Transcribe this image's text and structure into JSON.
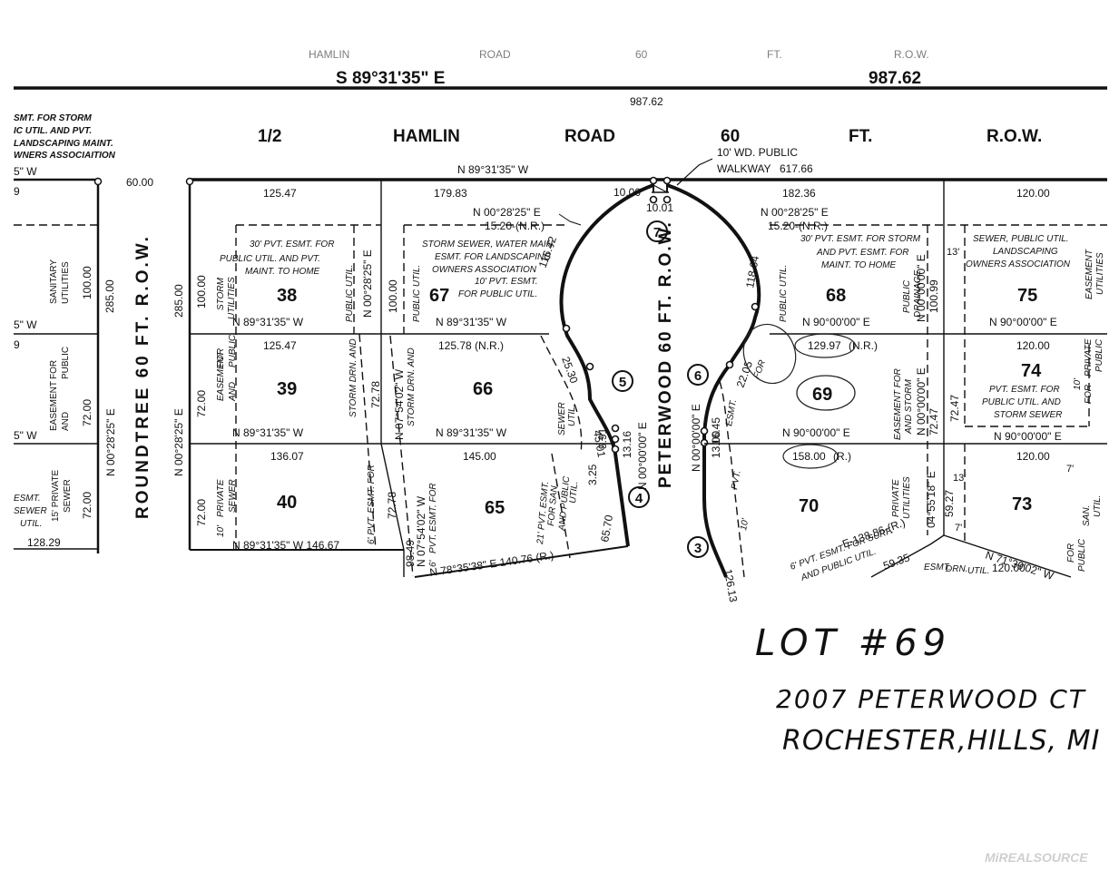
{
  "header": {
    "road_top_faded": [
      "HAMLIN",
      "ROAD",
      "60",
      "FT.",
      "R.O.W."
    ],
    "bearing_top": "S 89°31'35\" E",
    "distance_top": "987.62",
    "distance_center": "987.62",
    "hamlin_row": [
      "1/2",
      "HAMLIN",
      "ROAD",
      "60",
      "FT.",
      "R.O.W."
    ],
    "bearing_south_line": "N 89°31'35\" W",
    "walkway_label_1": "10' WD. PUBLIC",
    "walkway_label_2": "WALKWAY",
    "walkway_distance": "617.66"
  },
  "left_notes": {
    "lines": [
      "SMT. FOR STORM",
      "IC UTIL. AND PVT.",
      "LANDSCAPING MAINT.",
      "WNERS ASSOCIAITION"
    ],
    "bearing_fragment": "5\" W",
    "top_fragment": "9",
    "row2_fragment": "5\" W",
    "row3_fragment": "9",
    "row4_fragment": "5\" W",
    "sanitary": [
      "SANITARY",
      "UTILITIES"
    ],
    "easement_public": [
      "EASEMENT",
      "FOR",
      "AND",
      "PUBLIC"
    ],
    "private_sewer": [
      "15' PRIVATE",
      "SEWER"
    ],
    "esmt_sewer": [
      "ESMT.",
      "SEWER",
      "UTIL."
    ],
    "dims": {
      "d100": "100.00",
      "d72a": "72.00",
      "d72b": "72.00",
      "d285": "285.00",
      "d128": "128.29"
    },
    "bearing_vertical": "N 00°28'25\" E"
  },
  "roundtree": {
    "label": "ROUNDTREE 60 FT. R.O.W.",
    "d60": "60.00",
    "d285": "285.00",
    "bearing": "N 00°28'25\" E"
  },
  "lots": [
    {
      "number": "38"
    },
    {
      "number": "39"
    },
    {
      "number": "40"
    },
    {
      "number": "65"
    },
    {
      "number": "66"
    },
    {
      "number": "67"
    },
    {
      "number": "68"
    },
    {
      "number": "69"
    },
    {
      "number": "70"
    },
    {
      "number": "73"
    },
    {
      "number": "74"
    },
    {
      "number": "75"
    }
  ],
  "curve_points": [
    "3",
    "4",
    "5",
    "6",
    "7"
  ],
  "dimensions": {
    "d125_47a": "125.47",
    "d125_47b": "125.47",
    "d136_07": "136.07",
    "d146_67": "N 89°31'35\" W  146.67",
    "d179_83": "179.83",
    "d125_78": "125.78 (N.R.)",
    "d145": "145.00",
    "d140_76": "N 78°35'38\" E  140.76 (R.)",
    "d10_00": "10.00",
    "d10_01": "10.01",
    "d182_36": "182.36",
    "d129_97": "129.97",
    "d129_nr": "(N.R.)",
    "d158": "158.00",
    "d158_r": "(R.)",
    "d120a": "120.00",
    "d120b": "120.00",
    "d120c": "120.00",
    "d120d": "120.00",
    "d100_38": "100.00",
    "d72_39": "72.00",
    "d72_40": "72.00",
    "d100_67": "100.00",
    "d72_78a": "72.78",
    "d72_78b": "72.78",
    "d98_49": "98.49",
    "d116_42": "116.42",
    "d25_30": "25.30",
    "d45_01": "45.01",
    "d9_91": "9.91",
    "d13_16": "13.16",
    "d3_25": "3.25",
    "d65_70": "65.70",
    "d118_64": "118.64",
    "d22_05": "22.05",
    "d16_45": "16.45",
    "d13_00": "13.00",
    "d126_13": "126.13",
    "d100_99": "100.99",
    "d72_47a": "72.47",
    "d72_47b": "72.47",
    "d59_27": "59.27",
    "d15_20a": "15.20-(N.R.)",
    "d15_20b": "15.20-(N.R.)",
    "d138_86": "E-138.86-(R.)",
    "d59_35": "59.35",
    "d13ft": "13'",
    "d13ft_b": "13'",
    "d7ft": "7'",
    "d7ft_b": "7'"
  },
  "bearings": {
    "b38_39": "N 89°31'35\" W",
    "b39_40": "N 89°31'35\" W",
    "b67_66": "N 89°31'35\" W",
    "b66_65": "N 89°31'35\" W",
    "b68_69": "N 90°00'00\" E",
    "b69_70": "N 90°00'00\" E",
    "b75_74": "N 90°00'00\" E",
    "b74_73": "N 90°00'00\" E",
    "b73_70": "N 71°39'02\" W",
    "b_38_vert": "N 00°28'25\" E",
    "b_67_top": "N 00°28'25\" E",
    "b_68_top": "N 00°28'25\" E",
    "b_66_vert": "N 07°54'02\" W",
    "b_65_vert": "N 07°54'02\" W",
    "b_68_vert": "N 00°00'00\" E",
    "b_69_vert": "N 00°00'00\" E",
    "b_peter_w": "N 00°00'00\" E",
    "b_peter_e": "N 00°00'00\" E",
    "b_70_vert": "04°55'18\" E"
  },
  "easements": {
    "e38_top": [
      "30' PVT. ESMT. FOR",
      "PUBLIC UTIL. AND PVT.",
      "MAINT. TO HOME"
    ],
    "e38_storm": [
      "STORM",
      "UTILITIES"
    ],
    "e38_public": "PUBLIC UTIL.",
    "e39_ep": [
      "EASEMENT",
      "FOR",
      "AND",
      "PUBLIC"
    ],
    "e39_storm": [
      "STORM DRN. AND"
    ],
    "e40_sewer": [
      "10'",
      "PRIVATE",
      "SEWER"
    ],
    "e40_pvt": "6' PVT. ESMT. FOR",
    "e67_storm": [
      "STORM SEWER, WATER MAIN,",
      "ESMT. FOR LANDSCAPING",
      "OWNERS ASSOCIATION"
    ],
    "e67_pvt": [
      "10' PVT. ESMT.",
      "FOR PUBLIC UTIL."
    ],
    "e67_public": "PUBLIC UTIL.",
    "e66_storm": [
      "STORM DRN. AND"
    ],
    "e66_sewer": [
      "SEWER",
      "UTIL."
    ],
    "e65_pvt": [
      "6'",
      "PVT. ESMT. FOR"
    ],
    "e65_21": [
      "21' PVT. ESMT.",
      "FOR SAN.",
      "AND PUBLIC",
      "UTIL."
    ],
    "e68_top": [
      "30' PVT. ESMT. FOR STORM",
      "AND PVT. ESMT. FOR",
      "MAINT. TO HOME"
    ],
    "e68_public_util": "PUBLIC UTIL.",
    "e68_drainage": [
      "PUBLIC",
      "DRAINAGE"
    ],
    "e69_esmt": [
      "ESMT.",
      "FOR"
    ],
    "e69_storm": [
      "EASEMENT FOR",
      "AND STORM"
    ],
    "e70_pvt": [
      "PVT.",
      "10'"
    ],
    "e70_private": [
      "PRIVATE",
      "UTILITIES"
    ],
    "e70_surf": [
      "6' PVT. ESMT. FOR SURF.",
      "AND PUBLIC UTIL."
    ],
    "e75_sewer": [
      "SEWER, PUBLIC UTIL.",
      "LANDSCAPING",
      "OWNERS ASSOCIATION"
    ],
    "e75_easement": [
      "EASEMENT",
      "UTILITIES"
    ],
    "e74_pvt": [
      "PVT. ESMT. FOR",
      "PUBLIC UTIL. AND",
      "STORM SEWER"
    ],
    "e74_private": [
      "10'",
      "PRIVATE",
      "FOR",
      "PUBLIC"
    ],
    "e73_san": [
      "SAN.",
      "UTIL."
    ],
    "e73_for": [
      "FOR",
      "PUBLIC"
    ],
    "e73_esmt": [
      "ESMT.",
      "DRN.",
      "UTIL."
    ]
  },
  "peterwood": {
    "label": "PETERWOOD 60 FT. R.O.W."
  },
  "handwritten": {
    "line1": "LOT #69",
    "line2": "2007 PETERWOOD CT",
    "line3": "ROCHESTER,HILLS, MI"
  },
  "watermark": "MiREALSOURCE"
}
